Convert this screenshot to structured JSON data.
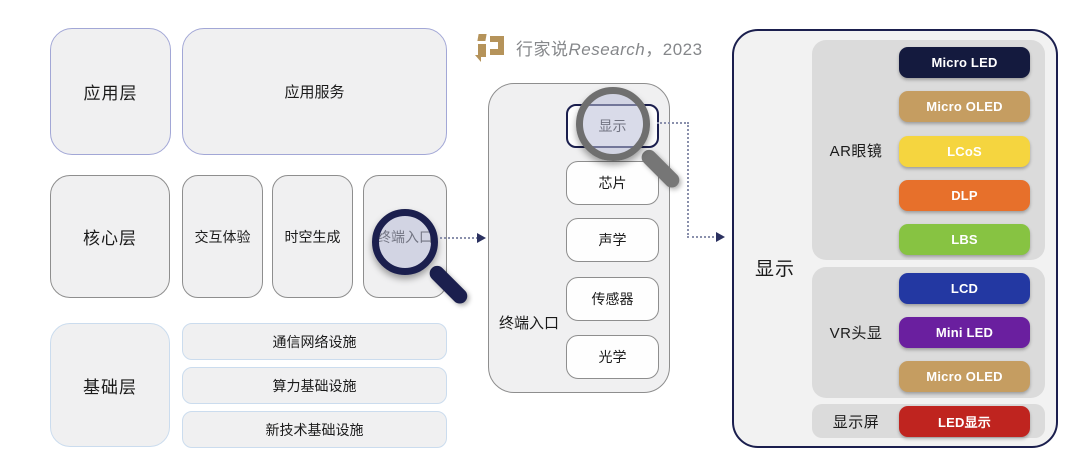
{
  "source_note": {
    "brand": "行家说",
    "research": "Research",
    "year": "，2023",
    "logo_color": "#b5935a"
  },
  "layers": {
    "app": {
      "label": "应用层",
      "service": "应用服务"
    },
    "core": {
      "label": "核心层",
      "items": [
        {
          "label": "交互体验"
        },
        {
          "label": "时空生成"
        },
        {
          "label": "终端入口",
          "magnified": true
        }
      ]
    },
    "base": {
      "label": "基础层",
      "items": [
        {
          "label": "通信网络设施"
        },
        {
          "label": "算力基础设施"
        },
        {
          "label": "新技术基础设施"
        }
      ]
    }
  },
  "terminal_panel": {
    "label": "终端入口",
    "modules": [
      {
        "label": "显示",
        "highlighted": true,
        "magnified": true
      },
      {
        "label": "芯片"
      },
      {
        "label": "声学"
      },
      {
        "label": "传感器"
      },
      {
        "label": "光学"
      }
    ]
  },
  "display_panel": {
    "label": "显示",
    "groups": [
      {
        "label": "AR眼镜",
        "pills": [
          {
            "label": "Micro LED",
            "color": "#141a3e"
          },
          {
            "label": "Micro OLED",
            "color": "#c59d61"
          },
          {
            "label": "LCoS",
            "color": "#f5d53f"
          },
          {
            "label": "DLP",
            "color": "#e7702b"
          },
          {
            "label": "LBS",
            "color": "#87c342"
          }
        ]
      },
      {
        "label": "VR头显",
        "pills": [
          {
            "label": "LCD",
            "color": "#2338a2"
          },
          {
            "label": "Mini LED",
            "color": "#6a1f9f"
          },
          {
            "label": "Micro OLED",
            "color": "#c59d61"
          }
        ]
      },
      {
        "label": "显示屏",
        "pills": [
          {
            "label": "LED显示",
            "color": "#bf241f"
          }
        ]
      }
    ]
  },
  "colors": {
    "accent_navy": "#1b1f4e",
    "panel_fill": "#f2f2f2",
    "group_fill": "#dbdbdb"
  }
}
